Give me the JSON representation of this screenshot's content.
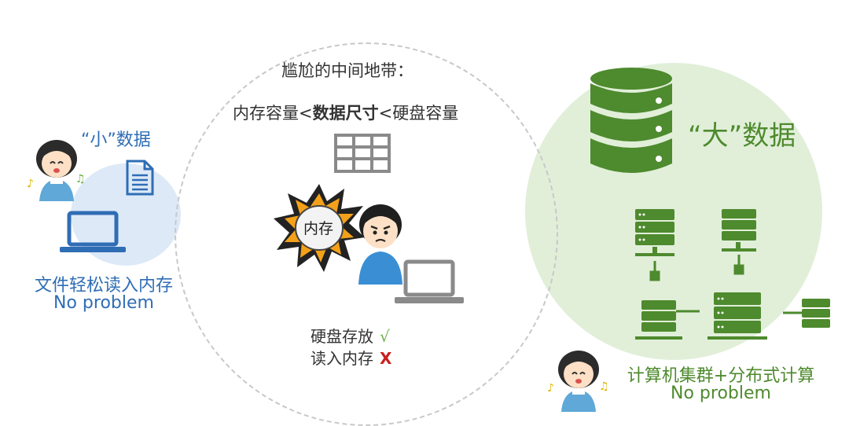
{
  "small": {
    "label": "“小”数据"
  },
  "big": {
    "label": "“大”数据"
  },
  "left": {
    "line1": "文件轻松读入内存",
    "line2": "No problem"
  },
  "right": {
    "line1": "计算机集群+分布式计算",
    "line2": "No problem"
  },
  "middle": {
    "title": "尴尬的中间地带：",
    "size_prefix": "内存容量<",
    "size_bold": "数据尺寸",
    "size_suffix": "<硬盘容量",
    "memory_label": "内存",
    "disk_label": "硬盘存放",
    "disk_mark": "√",
    "read_label": "读入内存",
    "read_mark": "X"
  },
  "colors": {
    "small_data": "#2f6db5",
    "big_data": "#4e8a2e",
    "ok": "#6fb04c",
    "fail": "#c8201e"
  },
  "icons": [
    "document-icon",
    "laptop-icon",
    "table-icon",
    "explosion-icon",
    "database-icon",
    "server-icon",
    "cable-icon",
    "girl-avatar",
    "boy-avatar"
  ]
}
